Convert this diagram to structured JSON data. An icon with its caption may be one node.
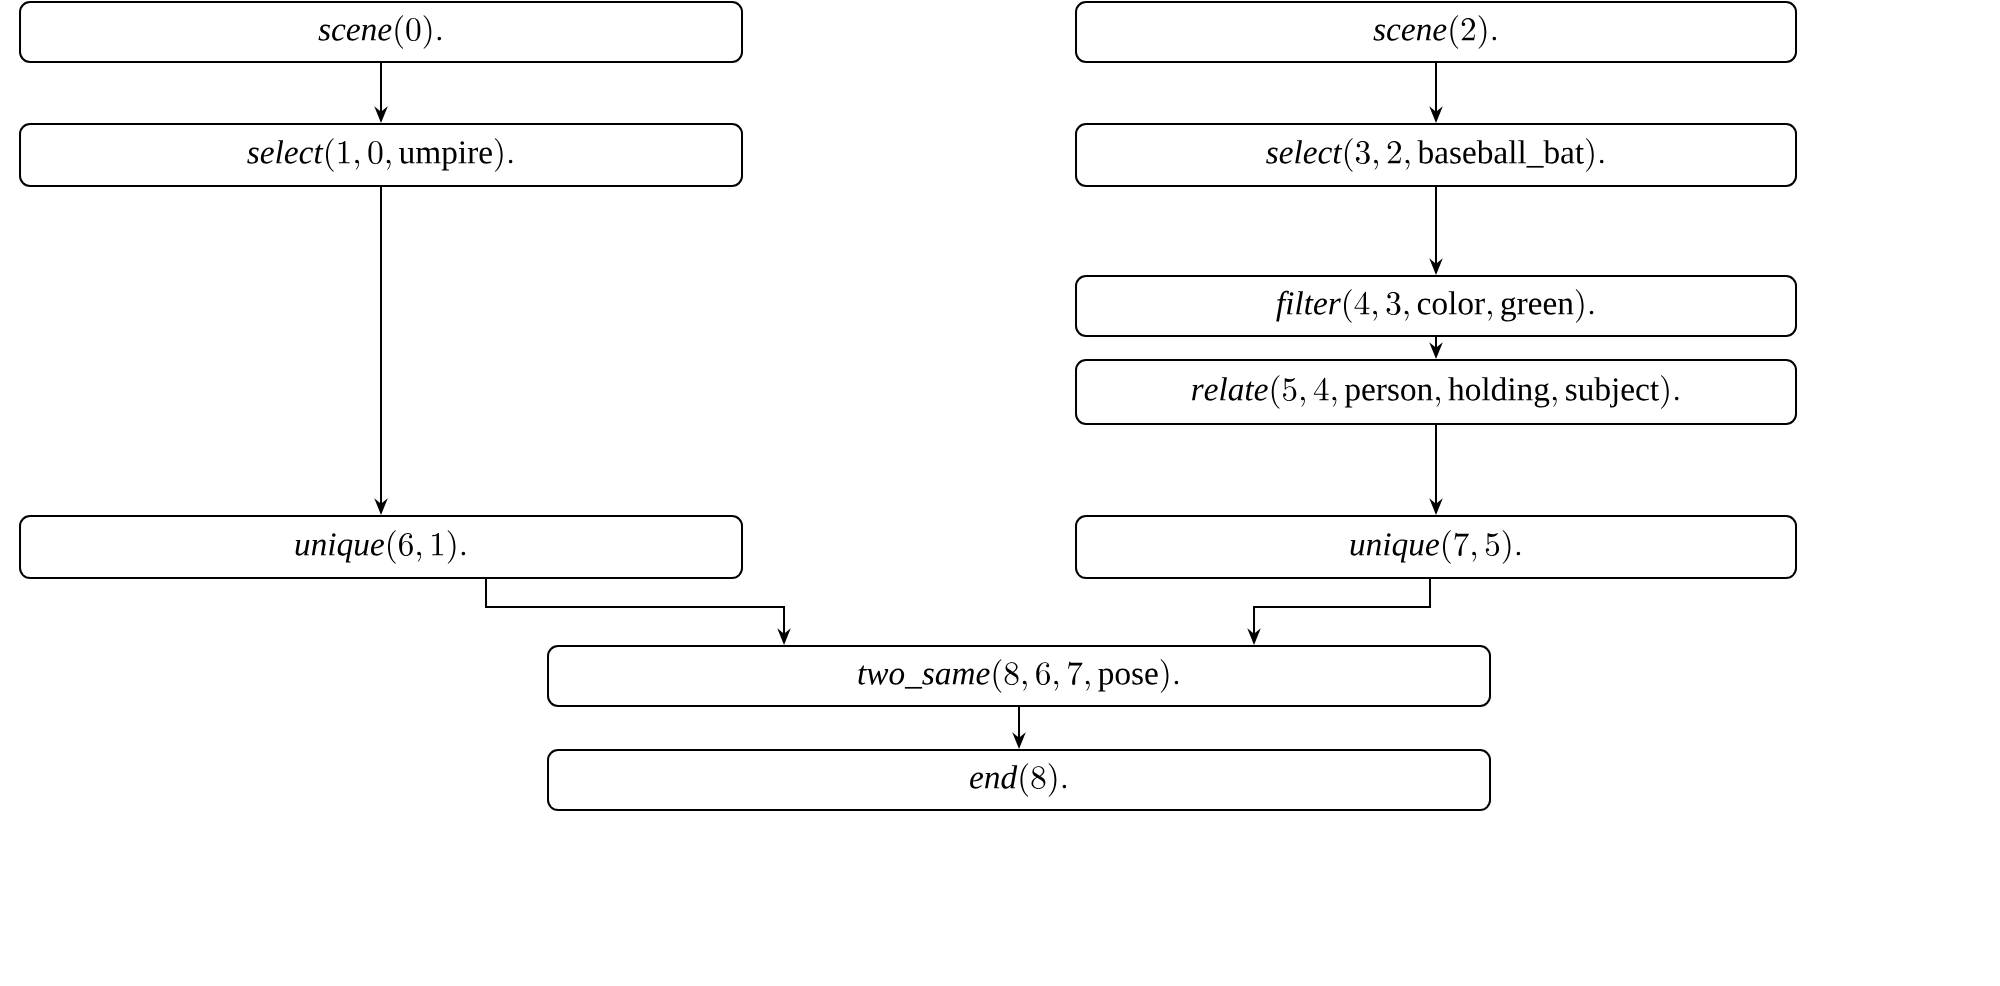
{
  "diagram": {
    "nodes": [
      {
        "text": [
          "\\mathit{scene}(0)."
        ]
      },
      {
        "text": [
          "\\mathit{scene}(2)."
        ]
      },
      {
        "text": [
          "\\mathit{select}(1, 0, \\mathrm{umpire})."
        ]
      },
      {
        "text": [
          "\\mathit{select}(3, 2, \\mathrm{baseball\\_bat})."
        ]
      },
      {
        "text": [
          "\\mathit{filter}(4, 3, \\mathrm{color}, \\mathrm{green})."
        ]
      },
      {
        "text": [
          "\\mathit{relate}(5, 4, \\mathrm{person}, \\mathrm{holding}, \\mathrm{subject})."
        ]
      },
      {
        "text": [
          "\\mathit{unique}(6, 1)."
        ]
      },
      {
        "text": [
          "\\mathit{unique}(7, 5)."
        ]
      },
      {
        "text": [
          "\\mathit{two\\_same}(8, 6, 7, \\mathrm{pose})."
        ]
      },
      {
        "text": [
          "\\mathit{end}(8)."
        ]
      }
    ],
    "edges": [
      {
        "from": 0,
        "to": 2,
        "arrow": "to"
      },
      {
        "from": 1,
        "to": 3,
        "arrow": "to"
      },
      {
        "from": 3,
        "to": 4,
        "arrow": "to"
      },
      {
        "from": 4,
        "to": 5,
        "arrow": "to"
      },
      {
        "from": 2,
        "to": 6,
        "arrow": "to"
      },
      {
        "from": 5,
        "to": 7,
        "arrow": "to"
      },
      {
        "from": 6,
        "to": 8,
        "arrow": "to"
      },
      {
        "from": 7,
        "to": 8,
        "arrow": "to"
      },
      {
        "from": 8,
        "to": 9,
        "arrow": "to"
      }
    ]
  }
}
